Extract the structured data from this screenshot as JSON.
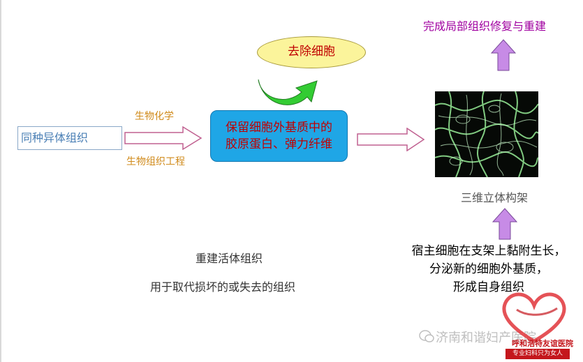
{
  "source_box": {
    "label": "同种异体组织"
  },
  "methods": {
    "top": "生物化学",
    "bottom": "生物组织工程"
  },
  "center_box": {
    "line1": "保留细胞外基质中的",
    "line2": "胶原蛋白、弹力纤维"
  },
  "remove_cells": {
    "label": "去除细胞"
  },
  "scaffold": {
    "caption": "三维立体构架"
  },
  "goal": {
    "label": "完成局部组织修复与重建"
  },
  "host": {
    "line1": "宿主细胞在支架上黏附生长，",
    "line2": "分泌新的细胞外基质，",
    "line3": "形成自身组织"
  },
  "rebuild": {
    "title": "重建活体组织",
    "desc": "用于取代损坏的或失去的组织"
  },
  "watermark": {
    "text": "济南和谐妇产医院"
  },
  "logo": {
    "name": "呼和浩特友谊医院",
    "slogan": "专业妇科只为女人"
  },
  "colors": {
    "arrow_pink": "#c06090",
    "arrow_purple": "#c78be6",
    "green_arrow": "#33cc33",
    "box_blue": "#1fa6e6",
    "oval_yellow": "#fbf49b",
    "text_red": "#c00000",
    "goal_purple": "#a000a0"
  }
}
